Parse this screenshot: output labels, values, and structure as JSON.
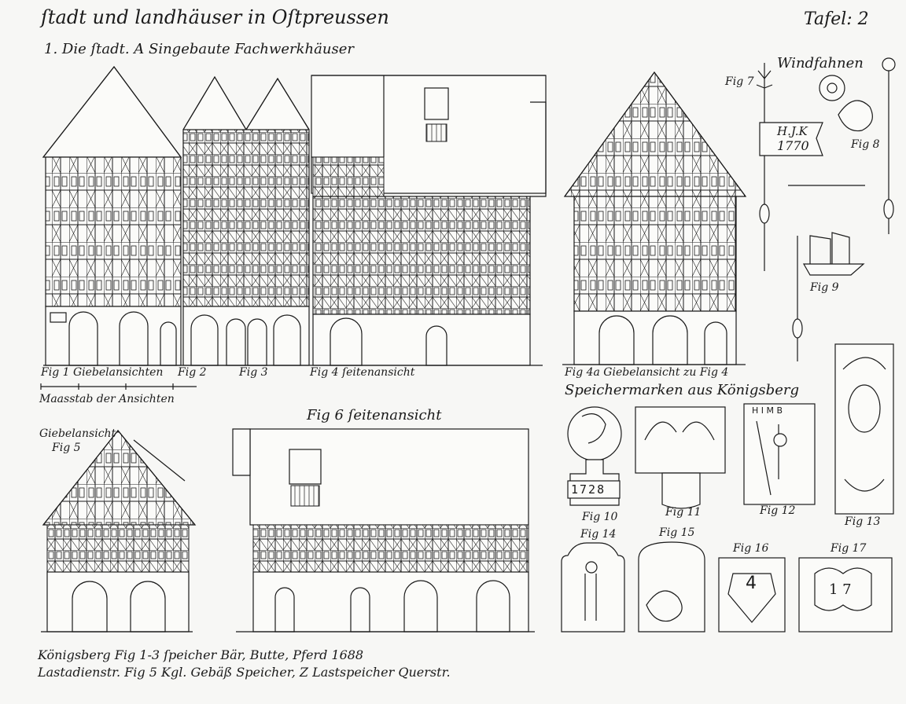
{
  "plate": {
    "title": "ſtadt und landhäuser in Oſtpreussen",
    "plate_no": "Tafel: 2",
    "section1": "1. Die ſtadt. A Singebaute Fachwerkhäuser"
  },
  "labels": {
    "fig1_2": "Fig 1 Giebelansichten",
    "fig2": "Fig 2",
    "fig3": "Fig 3",
    "fig4": "Fig 4 ſeitenansicht",
    "fig4a": "Fig 4a Giebelansicht zu Fig 4",
    "scale": "Maasstab der Ansichten",
    "fig5_head": "Giebelansicht",
    "fig5": "Fig 5",
    "fig6": "Fig 6 ſeitenansicht",
    "windfahnen": "Windfahnen",
    "fig7": "Fig 7",
    "fig8": "Fig 8",
    "fig9": "Fig 9",
    "vane_text1": "H.J.K",
    "vane_text2": "1770",
    "speichermarken": "Speichermarken aus Königsberg",
    "fig10": "Fig 10",
    "fig10_year": "1728",
    "fig11": "Fig 11",
    "fig12": "Fig 12",
    "fig12_top": "H I M B",
    "fig13": "Fig 13",
    "fig14": "Fig 14",
    "fig15": "Fig 15",
    "fig16": "Fig 16",
    "fig16_num": "4",
    "fig17": "Fig 17",
    "fig17_text": "1 7",
    "caption1": "Königsberg Fig 1-3 ſpeicher Bär, Butte, Pferd 1688",
    "caption2": "Lastadienstr. Fig 5 Kgl. Gebäß Speicher, Z Lastspeicher Querstr."
  }
}
